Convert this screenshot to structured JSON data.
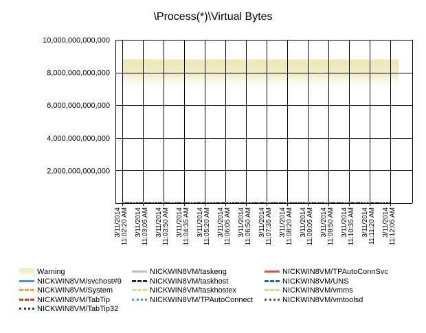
{
  "chart_data": {
    "type": "line",
    "title": "\\Process(*)\\Virtual Bytes",
    "xlabel": "",
    "ylabel": "",
    "ylim": [
      0,
      10000000000000
    ],
    "y_ticks": [
      "10,000,000,000,000",
      "8,000,000,000,000",
      "6,000,000,000,000",
      "4,000,000,000,000",
      "2,000,000,000,000",
      ""
    ],
    "x": [
      [
        "3/11/2014",
        "11:02:20 AM"
      ],
      [
        "3/11/2014",
        "11:03:05 AM"
      ],
      [
        "3/11/2014",
        "11:03:50 AM"
      ],
      [
        "3/11/2014",
        "11:04:35 AM"
      ],
      [
        "3/11/2014",
        "11:05:20 AM"
      ],
      [
        "3/11/2014",
        "11:06:05 AM"
      ],
      [
        "3/11/2014",
        "11:06:50 AM"
      ],
      [
        "3/11/2014",
        "11:07:35 AM"
      ],
      [
        "3/11/2014",
        "11:08:20 AM"
      ],
      [
        "3/11/2014",
        "11:09:05 AM"
      ],
      [
        "3/11/2014",
        "11:09:50 AM"
      ],
      [
        "3/11/2014",
        "11:10:35 AM"
      ],
      [
        "3/11/2014",
        "11:11:20 AM"
      ],
      [
        "3/11/2014",
        "11:12:05 AM"
      ]
    ],
    "grid": true,
    "legend_position": "bottom",
    "warning_band": {
      "name": "Warning",
      "from": 7000000000000,
      "to": 8800000000000,
      "color": "#EDE7B0"
    },
    "series": [
      {
        "name": "NICKWIN8VM/svchost#9",
        "color": "#4A90E2",
        "style": "solid",
        "values": [
          0,
          0,
          0,
          0,
          0,
          0,
          0,
          0,
          0,
          0,
          0,
          0,
          0,
          0
        ]
      },
      {
        "name": "NICKWIN8VM/System",
        "color": "#F5A623",
        "style": "dashed",
        "values": [
          0,
          0,
          0,
          0,
          0,
          0,
          0,
          0,
          0,
          0,
          0,
          0,
          0,
          0
        ]
      },
      {
        "name": "NICKWIN8VM/TabTip",
        "color": "#D0421B",
        "style": "dashdot",
        "values": [
          0,
          0,
          0,
          0,
          0,
          0,
          0,
          0,
          0,
          0,
          0,
          0,
          0,
          0
        ]
      },
      {
        "name": "NICKWIN8VM/TabTip32",
        "color": "#0B3D5C",
        "style": "dotted",
        "values": [
          0,
          0,
          0,
          0,
          0,
          0,
          0,
          0,
          0,
          0,
          0,
          0,
          0,
          0
        ]
      },
      {
        "name": "NICKWIN8VM/taskeng",
        "color": "#BDBDBD",
        "style": "solid",
        "values": [
          0,
          0,
          0,
          0,
          0,
          0,
          0,
          0,
          0,
          0,
          0,
          0,
          0,
          0
        ]
      },
      {
        "name": "NICKWIN8VM/taskhost",
        "color": "#1B2A41",
        "style": "dashed",
        "values": [
          0,
          0,
          0,
          0,
          0,
          0,
          0,
          0,
          0,
          0,
          0,
          0,
          0,
          0
        ]
      },
      {
        "name": "NICKWIN8VM/taskhostex",
        "color": "#F2D675",
        "style": "dashdot",
        "values": [
          0,
          0,
          0,
          0,
          0,
          0,
          0,
          0,
          0,
          0,
          0,
          0,
          0,
          0
        ]
      },
      {
        "name": "NICKWIN8VM/TPAutoConnect",
        "color": "#3BA3C7",
        "style": "dotted",
        "values": [
          0,
          0,
          0,
          0,
          0,
          0,
          0,
          0,
          0,
          0,
          0,
          0,
          0,
          0
        ]
      },
      {
        "name": "NICKWIN8VM/TPAutoConnSvc",
        "color": "#D9583B",
        "style": "solid",
        "values": [
          0,
          0,
          0,
          0,
          0,
          0,
          0,
          0,
          0,
          0,
          0,
          0,
          0,
          0
        ]
      },
      {
        "name": "NICKWIN8VM/UNS",
        "color": "#1565C0",
        "style": "dashed",
        "values": [
          0,
          0,
          0,
          0,
          0,
          0,
          0,
          0,
          0,
          0,
          0,
          0,
          0,
          0
        ]
      },
      {
        "name": "NICKWIN8VM/vmms",
        "color": "#F7C873",
        "style": "dashdot",
        "values": [
          0,
          0,
          0,
          0,
          0,
          0,
          0,
          0,
          0,
          0,
          0,
          0,
          0,
          0
        ]
      },
      {
        "name": "NICKWIN8VM/vmtoolsd",
        "color": "#4A5A6A",
        "style": "dotted",
        "values": [
          0,
          0,
          0,
          0,
          0,
          0,
          0,
          0,
          0,
          0,
          0,
          0,
          0,
          0
        ]
      }
    ]
  }
}
